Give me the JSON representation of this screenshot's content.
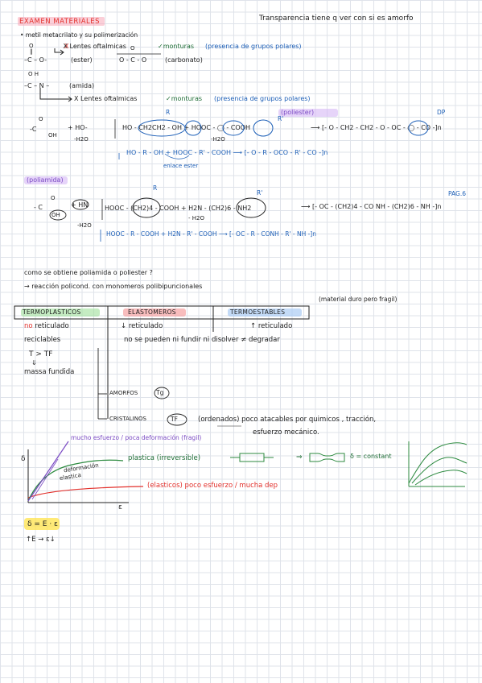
{
  "header": {
    "title": "EXAMEN MATERIALES",
    "note": "Transparencia tiene q ver con si es amorfo"
  },
  "section1": {
    "bullet": "• metil metacrilato y su polimerización",
    "o_top": "O",
    "dbl": "‖",
    "ester_group": "–C – O-",
    "ester_label": "(ester)",
    "carbonato_group": "O - C - O",
    "carbonato_label": "(carbonato)",
    "lentes": "X Lentes oftalmicas",
    "monturas": "✓monturas",
    "polares": "(presencia de grupos polares)",
    "o_h_top": "O    H",
    "amida_group": "–C – N –",
    "amida_label": "(amida)"
  },
  "poliester": {
    "label": "(poliester)",
    "dp": "DP",
    "r1": "R",
    "r2": "R'",
    "c_o_top": "O",
    "c_group": "-C",
    "oh": "OH",
    "plus1": "+ HO-",
    "h2o_a": "-H2O",
    "monomer": "HO - CH2CH2 - OH   +  HOOC -  ◯  - COOH",
    "h2o_b": "-H2O",
    "product": "⟶ [- O - CH2 - CH2 - O - OC - ◯ - CO -]n",
    "general": "HO - R - OH   +  HOOC - R' - COOH  ⟶ [- O - R - OCO - R' - CO -]n",
    "enlace": "enlace ester"
  },
  "poliamida": {
    "label": "(poliamida)",
    "pag": "PAG.6",
    "r1": "R",
    "r2": "R'",
    "c_o_top": "O",
    "c_group": "- C",
    "oh": "OH",
    "plus": "+ HN",
    "h2o_a": "-H2O",
    "monomer": "HOOC - (CH2)4 - COOH +   H2N - (CH2)6 - NH2",
    "h2o_b": "- H2O",
    "product": "⟶ [- OC - (CH2)4 - CO NH - (CH2)6 - NH -]n",
    "general": "HOOC - R - COOH + H2N - R' - COOH  ⟶ [- OC - R - CONH - R' - NH -]n"
  },
  "question": {
    "q": "como se obtiene poliamida o poliester ?",
    "a": "→ reacción policond.    con monomeros  polibipuncionales",
    "material": "(material duro pero fragil)"
  },
  "table": {
    "headers": [
      "TERMOPLASTICOS",
      "ELASTOMEROS",
      "TERMOESTABLES"
    ],
    "termo_no": "no",
    "termo_row1": " reticulado",
    "termo_row2": "reciclables",
    "termo_row3": "T > TF",
    "termo_arrow": "⇓",
    "termo_row4": "massa fundida",
    "elast_row1": "↓ reticulado",
    "elast_row2": "no se pueden ni fundir ni disolver ≠ degradar",
    "termoest_row1": "↑ reticulado"
  },
  "tree": {
    "amorfos": "AMORFOS",
    "tg": "Tg",
    "cristalinos": "CRISTALINOS",
    "tf": "TF",
    "crist_desc1": "(ordenados) poco atacables por quimicos , tracción,",
    "crist_desc2": "esfuerzo mecánico."
  },
  "graph": {
    "top_label": "mucho esfuerzo / poca deformación (fragil)",
    "y_axis": "δ",
    "x_axis": "ε",
    "plastica": "plastica (irreversible)",
    "def_el_1": "deformación",
    "def_el_2": "elastica",
    "elasticos": "(elasticos)  poco esfuerzo / mucha dep",
    "arrow": "⇒",
    "constant": "δ = constant",
    "hooke": "δ = E · ε",
    "hooke_rel": "↑E  →  ε↓"
  }
}
